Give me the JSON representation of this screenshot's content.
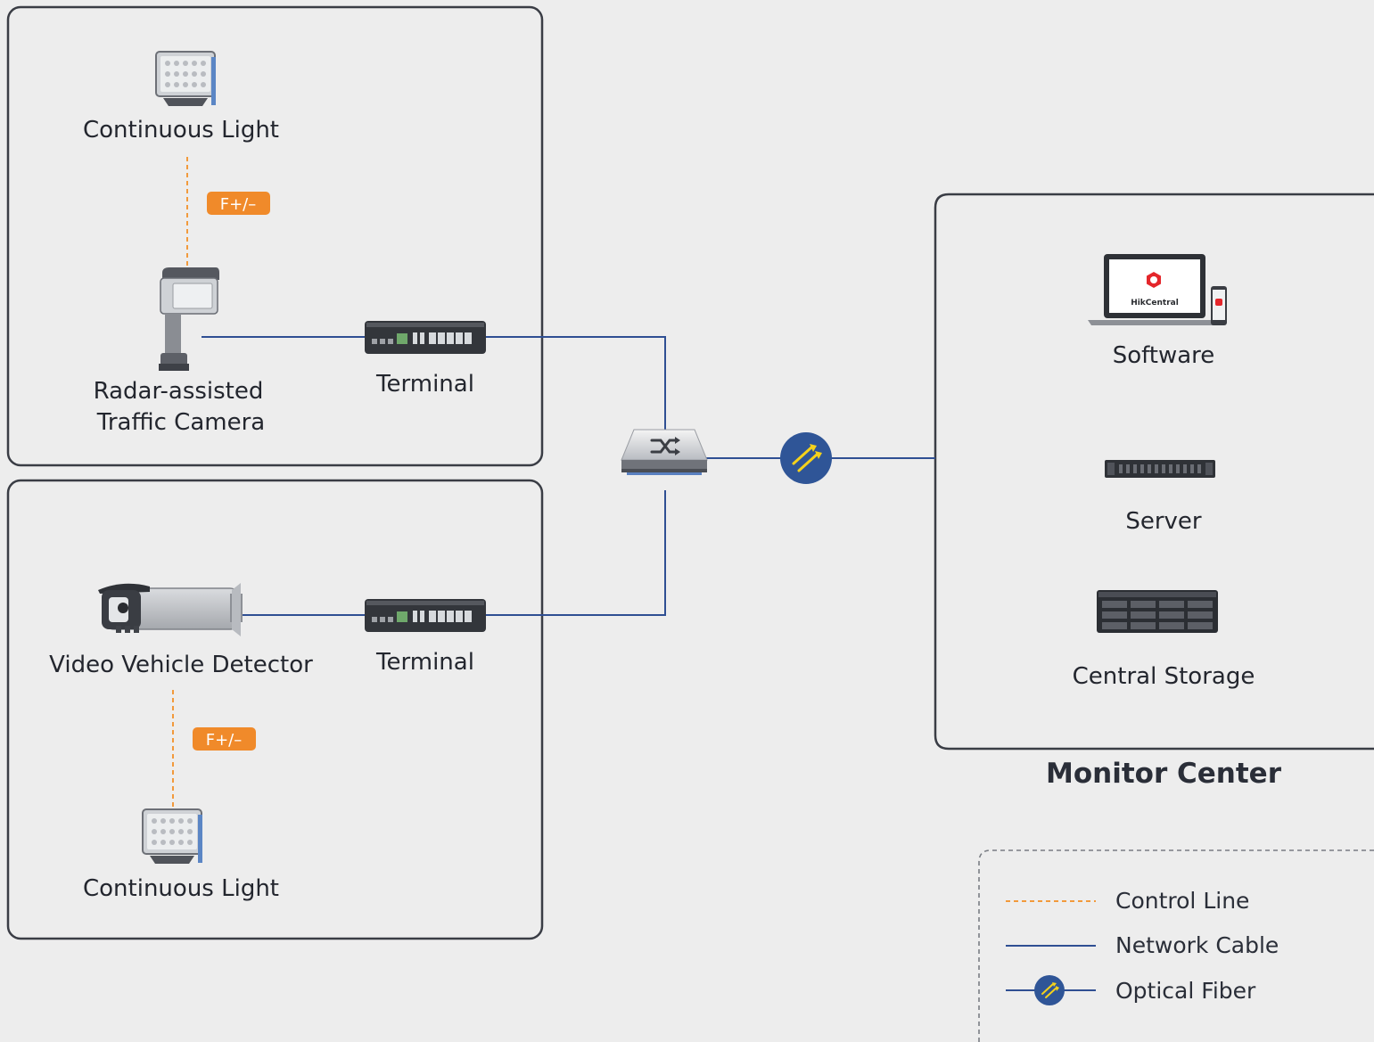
{
  "zones": {
    "top": {
      "light_label": "Continuous Light",
      "control_badge": "F+/–",
      "camera_label_line1": "Radar-assisted",
      "camera_label_line2": "Traffic Camera",
      "terminal_label": "Terminal"
    },
    "bottom": {
      "detector_label": "Video Vehicle Detector",
      "terminal_label": "Terminal",
      "control_badge": "F+/–",
      "light_label": "Continuous Light"
    }
  },
  "monitor_center": {
    "title": "Monitor Center",
    "software_label": "Software",
    "software_brand": "HikCentral",
    "server_label": "Server",
    "storage_label": "Central Storage"
  },
  "legend": {
    "items": [
      {
        "label": "Control Line",
        "style": "dashed",
        "color": "#f29a3c"
      },
      {
        "label": "Network Cable",
        "style": "solid",
        "color": "#2f4f93"
      },
      {
        "label": "Optical Fiber",
        "style": "fiber",
        "color": "#2f4f93"
      }
    ]
  },
  "colors": {
    "background": "#ededed",
    "network": "#2f4f93",
    "control": "#f29a3c",
    "fiber_node": "#2f5597",
    "fiber_arrow": "#f5d21b",
    "hikcentral_red": "#e4262b"
  }
}
